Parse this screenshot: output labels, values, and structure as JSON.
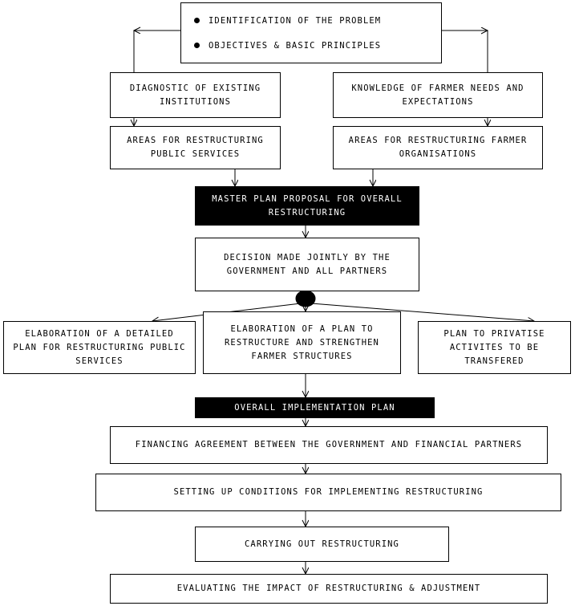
{
  "diagram": {
    "title": "Master plan for restructuring flowchart",
    "colors": {
      "background": "#ffffff",
      "stroke": "#000000",
      "inverted_fill": "#000000",
      "inverted_text": "#ffffff"
    },
    "nodes": {
      "problem_objectives": {
        "bullets": [
          "IDENTIFICATION OF THE PROBLEM",
          "OBJECTIVES & BASIC PRINCIPLES"
        ]
      },
      "diagnostic_institutions": {
        "label": "DIAGNOSTIC OF EXISTING\nINSTITUTIONS"
      },
      "knowledge_farmer_needs": {
        "label": "KNOWLEDGE OF FARMER NEEDS AND\nEXPECTATIONS"
      },
      "areas_public_services": {
        "label": "AREAS FOR RESTRUCTURING\nPUBLIC SERVICES"
      },
      "areas_farmer_organisations": {
        "label": "AREAS FOR RESTRUCTURING FARMER\nORGANISATIONS"
      },
      "master_plan_proposal": {
        "label": "MASTER PLAN PROPOSAL FOR OVERALL\nRESTRUCTURING"
      },
      "decision_jointly": {
        "label": "DECISION MADE JOINTLY BY THE\nGOVERNMENT AND ALL PARTNERS"
      },
      "elaboration_public_services": {
        "label": "ELABORATION OF A DETAILED\nPLAN FOR RESTRUCTURING PUBLIC\nSERVICES"
      },
      "elaboration_farmer_structures": {
        "label": "ELABORATION OF A PLAN TO\nRESTRUCTURE AND STRENGTHEN\nFARMER STRUCTURES"
      },
      "plan_privatise": {
        "label": "PLAN TO PRIVATISE\nACTIVITES TO BE\nTRANSFERED"
      },
      "overall_implementation_plan": {
        "label": "OVERALL IMPLEMENTATION PLAN"
      },
      "financing_agreement": {
        "label": "FINANCING AGREEMENT BETWEEN THE GOVERNMENT AND FINANCIAL PARTNERS"
      },
      "setting_up_conditions": {
        "label": "SETTING UP CONDITIONS FOR IMPLEMENTING RESTRUCTURING"
      },
      "carrying_out_restructuring": {
        "label": "CARRYING OUT RESTRUCTURING"
      },
      "evaluating_impact": {
        "label": "EVALUATING THE IMPACT OF RESTRUCTURING & ADJUSTMENT"
      }
    }
  }
}
